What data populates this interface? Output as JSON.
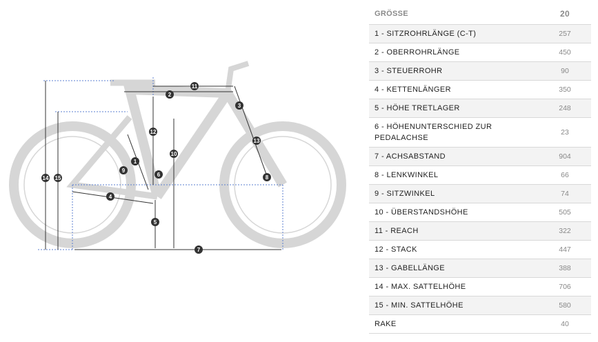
{
  "table": {
    "header": {
      "label": "GRÖSSE",
      "size": "20"
    },
    "rows": [
      {
        "label": "1 - SITZROHRLÄNGE (C-T)",
        "value": "257"
      },
      {
        "label": "2 - OBERROHRLÄNGE",
        "value": "450"
      },
      {
        "label": "3 - STEUERROHR",
        "value": "90"
      },
      {
        "label": "4 - KETTENLÄNGER",
        "value": "350"
      },
      {
        "label": "5 - HÖHE TRETLAGER",
        "value": "248"
      },
      {
        "label": "6 - HÖHENUNTERSCHIED ZUR PEDALACHSE",
        "value": "23"
      },
      {
        "label": "7 - ACHSABSTAND",
        "value": "904"
      },
      {
        "label": "8 - LENKWINKEL",
        "value": "66"
      },
      {
        "label": "9 - SITZWINKEL",
        "value": "74"
      },
      {
        "label": "10 - ÜBERSTANDSHÖHE",
        "value": "505"
      },
      {
        "label": "11 - REACH",
        "value": "322"
      },
      {
        "label": "12 - STACK",
        "value": "447"
      },
      {
        "label": "13 - GABELLÄNGE",
        "value": "388"
      },
      {
        "label": "14 - MAX. SATTELHÖHE",
        "value": "706"
      },
      {
        "label": "15 - MIN. SATTELHÖHE",
        "value": "580"
      },
      {
        "label": "RAKE",
        "value": "40"
      }
    ]
  },
  "diagram": {
    "markers": [
      "1",
      "2",
      "3",
      "4",
      "5",
      "6",
      "7",
      "8",
      "9",
      "10",
      "11",
      "12",
      "13",
      "14",
      "15"
    ]
  },
  "colors": {
    "bike": "#d6d6d6",
    "lines": "#333333",
    "guides": "#5b7fd0"
  }
}
